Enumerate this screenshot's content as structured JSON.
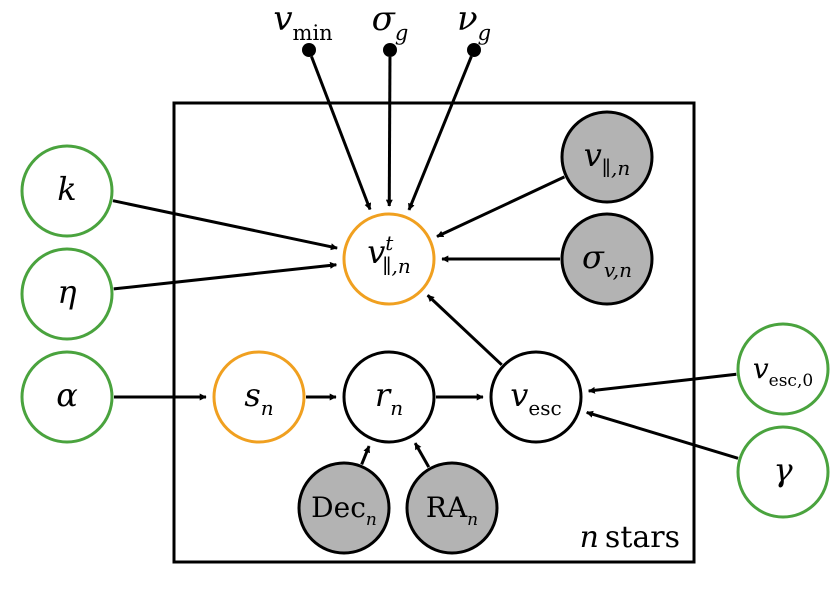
{
  "plate": {
    "label_var": "n",
    "label_text": "stars"
  },
  "fixed_params": [
    {
      "id": "vmin",
      "base": "v",
      "sub": "min"
    },
    {
      "id": "sigma_g",
      "base": "σ",
      "sub": "g"
    },
    {
      "id": "nu_g",
      "base": "ν",
      "sub": "g"
    }
  ],
  "priors": [
    {
      "id": "k",
      "base": "k"
    },
    {
      "id": "eta",
      "base": "η"
    },
    {
      "id": "alpha",
      "base": "α"
    },
    {
      "id": "vesc0",
      "base": "v",
      "sub": "esc,0"
    },
    {
      "id": "gamma",
      "base": "γ"
    }
  ],
  "latent": [
    {
      "id": "v_true",
      "base": "v",
      "sub": "∥,n",
      "sup": "t"
    },
    {
      "id": "s_n",
      "base": "s",
      "sub": "n"
    }
  ],
  "deterministic": [
    {
      "id": "r_n",
      "base": "r",
      "sub": "n"
    },
    {
      "id": "vesc",
      "base": "v",
      "sub": "esc"
    }
  ],
  "observed": [
    {
      "id": "v_obs",
      "base": "v",
      "sub": "∥,n"
    },
    {
      "id": "sigma_v",
      "base": "σ",
      "sub": "v,n"
    },
    {
      "id": "dec",
      "base": "Dec",
      "sub": "n"
    },
    {
      "id": "ra",
      "base": "RA",
      "sub": "n"
    }
  ],
  "colors": {
    "prior_ring": "#4aa33e",
    "latent_ring": "#f0a020",
    "observed_fill": "#b3b3b3",
    "edge": "#000000"
  }
}
